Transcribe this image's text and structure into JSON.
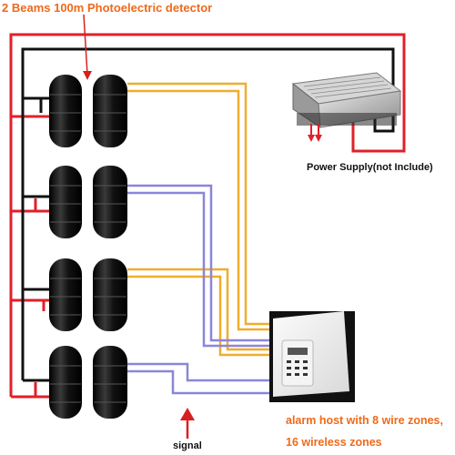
{
  "labels": {
    "title": "2 Beams 100m Photoelectric detector",
    "power_supply": "Power Supply(not Include)",
    "signal": "signal",
    "alarm_host_line1": "alarm host with  8 wire zones,",
    "alarm_host_line2": "16 wireless zones"
  },
  "colors": {
    "label_orange": "#ee6a1a",
    "label_dark": "#111111",
    "power_red": "#e0202a",
    "ground_black": "#111111",
    "signal_orange": "#f0ad2c",
    "signal_purple": "#8b86d8",
    "arrow_red": "#d8201e"
  },
  "detectors": {
    "pair_count": 4,
    "body_color": "#111111"
  }
}
